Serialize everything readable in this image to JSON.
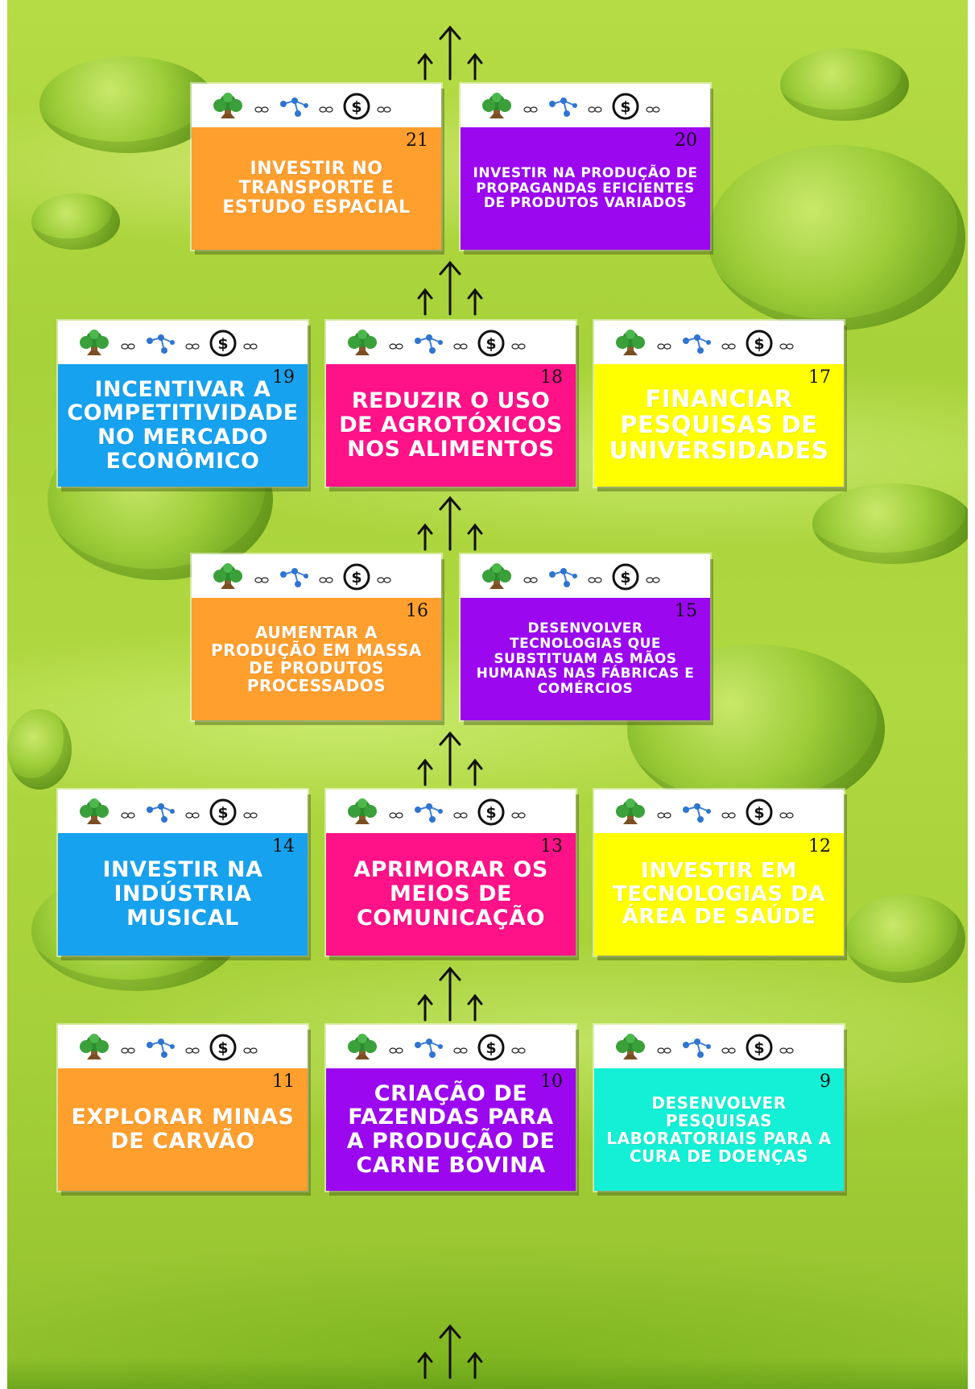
{
  "colors": {
    "orange": "#ff9f2e",
    "purple": "#9b08f0",
    "blue": "#17a2ef",
    "pink": "#ff1188",
    "yellow": "#ffff00",
    "teal": "#14f0d6",
    "grass": "#a8d23a"
  },
  "icons": [
    "tree-icon",
    "network-icon",
    "dollar-coin-icon",
    "infinity-dots-icon",
    "up-arrows-icon"
  ],
  "cards": [
    {
      "id": "card-21",
      "number": "21",
      "title": "INVESTIR NO TRANSPORTE E ESTUDO ESPACIAL",
      "color": "#ff9f2e"
    },
    {
      "id": "card-20",
      "number": "20",
      "title": "INVESTIR NA PRODUÇÃO DE PROPAGANDAS EFICIENTES DE PRODUTOS VARIADOS",
      "color": "#9b08f0"
    },
    {
      "id": "card-19",
      "number": "19",
      "title": "INCENTIVAR A COMPETITIVIDADE NO MERCADO ECONÔMICO",
      "color": "#17a2ef"
    },
    {
      "id": "card-18",
      "number": "18",
      "title": "REDUZIR O USO DE AGROTÓXICOS NOS ALIMENTOS",
      "color": "#ff1188"
    },
    {
      "id": "card-17",
      "number": "17",
      "title": "FINANCIAR PESQUISAS DE UNIVERSIDADES",
      "color": "#ffff00"
    },
    {
      "id": "card-16",
      "number": "16",
      "title": "AUMENTAR A PRODUÇÃO EM MASSA DE PRODUTOS PROCESSADOS",
      "color": "#ff9f2e"
    },
    {
      "id": "card-15",
      "number": "15",
      "title": "DESENVOLVER TECNOLOGIAS QUE SUBSTITUAM AS MÃOS HUMANAS NAS FÁBRICAS E COMÉRCIOS",
      "color": "#9b08f0"
    },
    {
      "id": "card-14",
      "number": "14",
      "title": "INVESTIR NA INDÚSTRIA MUSICAL",
      "color": "#17a2ef"
    },
    {
      "id": "card-13",
      "number": "13",
      "title": "APRIMORAR OS MEIOS DE COMUNICAÇÃO",
      "color": "#ff1188"
    },
    {
      "id": "card-12",
      "number": "12",
      "title": "INVESTIR EM TECNOLOGIAS DA ÁREA DE SAÚDE",
      "color": "#ffff00"
    },
    {
      "id": "card-11",
      "number": "11",
      "title": "EXPLORAR MINAS DE CARVÃO",
      "color": "#ff9f2e"
    },
    {
      "id": "card-10",
      "number": "10",
      "title": "CRIAÇÃO DE FAZENDAS PARA A PRODUÇÃO DE CARNE BOVINA",
      "color": "#9b08f0"
    },
    {
      "id": "card-9",
      "number": "9",
      "title": "DESENVOLVER PESQUISAS LABORATORIAIS PARA A CURA DE DOENÇAS",
      "color": "#14f0d6"
    }
  ]
}
